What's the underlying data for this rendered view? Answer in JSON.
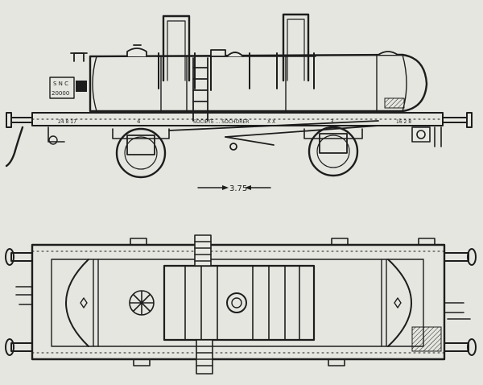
{
  "side_view": {
    "label_plate_line1": "S N C",
    "label_plate_line2": "20000",
    "frame_marks": [
      "4",
      "3"
    ],
    "number_left": "24 8 17",
    "number_right": "16 2 8",
    "inscription": "SOCIETE ... SOCHORER",
    "inscription_small": "X X"
  },
  "dimension": {
    "value": "3.75"
  }
}
